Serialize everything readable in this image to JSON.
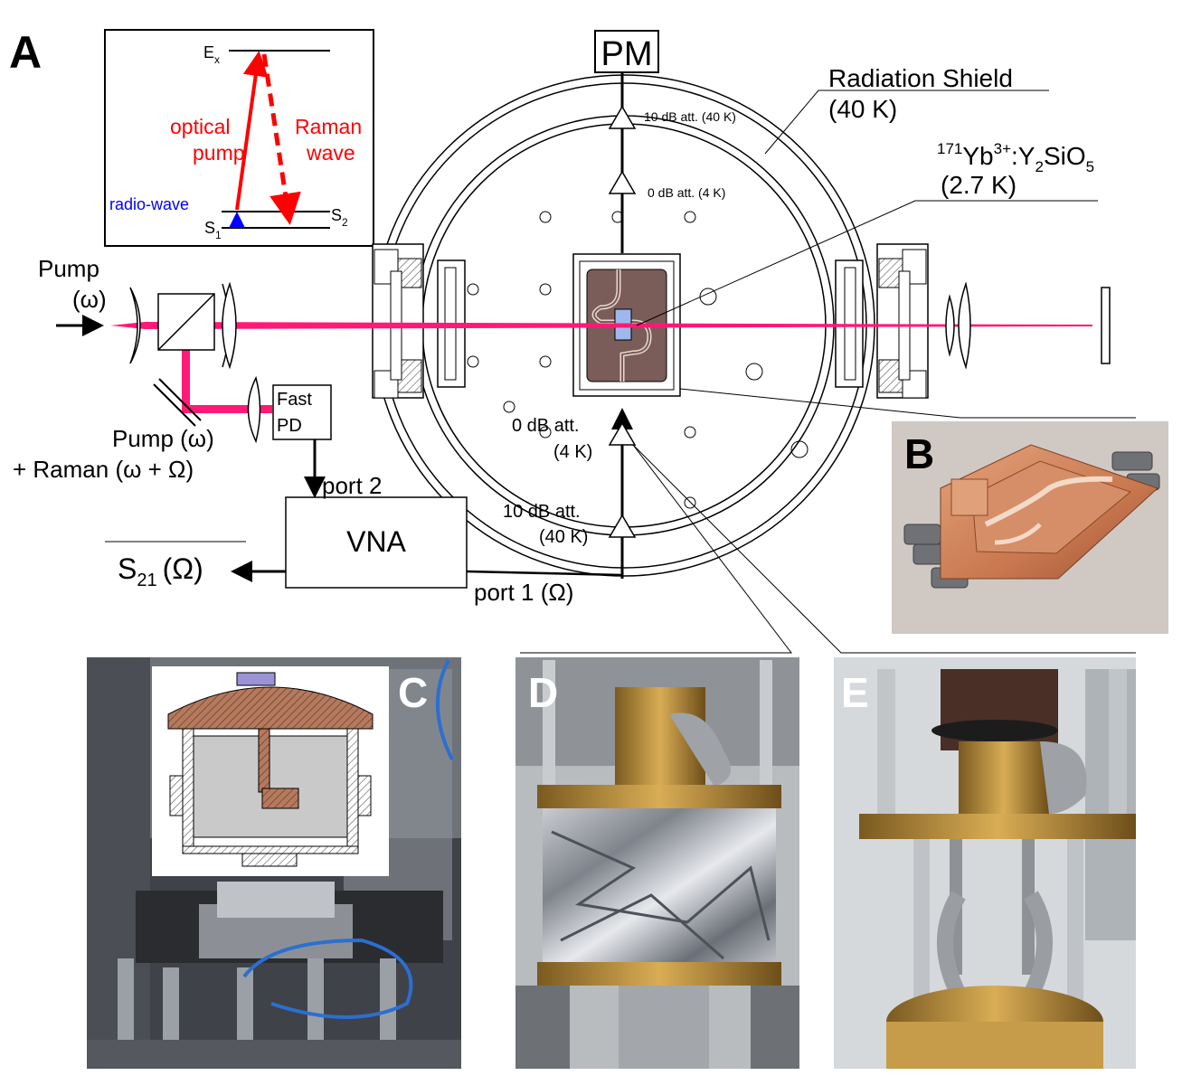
{
  "panels": {
    "a": "A",
    "b": "B",
    "c": "C",
    "d": "D",
    "e": "E"
  },
  "level_diagram": {
    "ex": "E",
    "ex_sub": "x",
    "s1": "S",
    "s1_sub": "1",
    "s2": "S",
    "s2_sub": "2",
    "optical_1": "optical",
    "optical_2": "pump",
    "raman_1": "Raman",
    "raman_2": "wave",
    "radio": "radio-wave"
  },
  "setup": {
    "pm": "PM",
    "pump_label": "Pump",
    "pump_freq": "(ω)",
    "pump_raman_1": "Pump (ω)",
    "pump_raman_2": "+ Raman (ω + Ω)",
    "fast_pd_1": "Fast",
    "fast_pd_2": "PD",
    "port2": "port 2",
    "vna": "VNA",
    "s21_main": "S",
    "s21_sub": "21",
    "s21_arg": "(Ω)",
    "port1": "port 1 (Ω)",
    "shield_1": "Radiation Shield",
    "shield_2": "(40 K)",
    "crystal_iso": "171",
    "crystal_yb": "Yb",
    "crystal_charge": "3+",
    "crystal_host_a": ":Y",
    "crystal_sub2": "2",
    "crystal_host_b": "SiO",
    "crystal_sub5": "5",
    "crystal_temp": "(2.7 K)",
    "att_top_40": "10 dB att. (40 K)",
    "att_top_4": "0 dB att. (4 K)",
    "att_bot_4a": "0 dB att.",
    "att_bot_4b": "(4 K)",
    "att_bot_40a": "10 dB att.",
    "att_bot_40b": "(40 K)"
  },
  "colors": {
    "laser": "#ff1a75",
    "arrow_red": "#ff0000",
    "arrow_blue": "#0000ff",
    "copper": "#c8785a",
    "chip": "#7a5c58",
    "sample": "#9fb7ec"
  }
}
